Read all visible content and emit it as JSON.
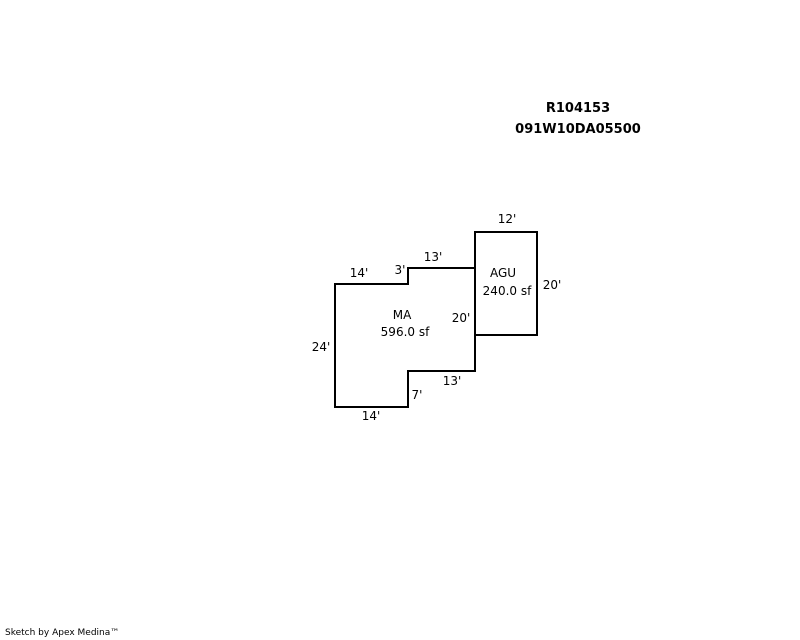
{
  "header": {
    "parcel_id": "R104153",
    "map_number": "091W10DA05500"
  },
  "areas": {
    "main": {
      "code": "MA",
      "size": "596.0 sf"
    },
    "garage": {
      "code": "AGU",
      "size": "240.0 sf"
    }
  },
  "dimensions": {
    "ma_top_left": "14'",
    "ma_step_up": "3'",
    "ma_top_right": "13'",
    "ma_left": "24'",
    "ma_right_shared": "20'",
    "ma_lower_right": "13'",
    "ma_step_down": "7'",
    "ma_bottom": "14'",
    "agu_top": "12'",
    "agu_right": "20'"
  },
  "footer": {
    "credit": "Sketch by Apex Medina™"
  }
}
